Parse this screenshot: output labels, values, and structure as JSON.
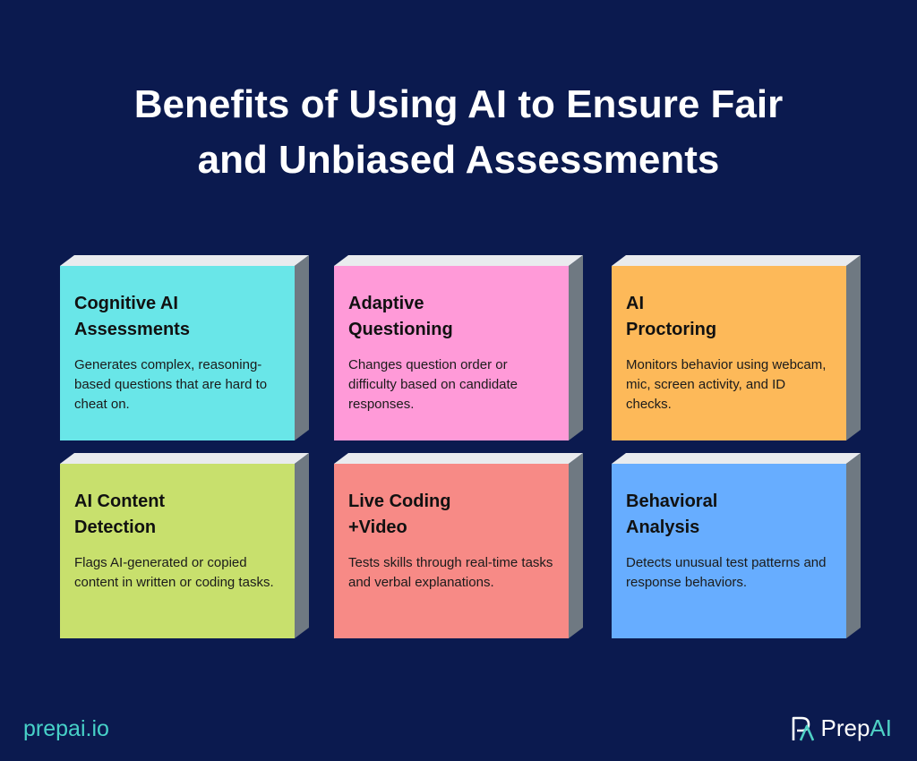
{
  "title": {
    "line1": "Benefits of Using AI to Ensure Fair",
    "line2": "and Unbiased Assessments"
  },
  "cards": [
    {
      "title_line1": "Cognitive AI",
      "title_line2": "Assessments",
      "text": "Generates complex, reasoning-based questions that are hard to cheat on.",
      "color": "#69e6e8"
    },
    {
      "title_line1": "Adaptive",
      "title_line2": "Questioning",
      "text": "Changes question order or difficulty based on candidate responses.",
      "color": "#ff9ad8"
    },
    {
      "title_line1": "AI",
      "title_line2": "Proctoring",
      "text": "Monitors behavior using webcam, mic, screen activity, and ID checks.",
      "color": "#fdb959"
    },
    {
      "title_line1": "AI Content",
      "title_line2": "Detection",
      "text": "Flags AI-generated or copied content in written or coding tasks.",
      "color": "#c8e06d"
    },
    {
      "title_line1": "Live Coding",
      "title_line2": "+Video",
      "text": "Tests skills through real-time tasks and verbal explanations.",
      "color": "#f78a86"
    },
    {
      "title_line1": "Behavioral",
      "title_line2": "Analysis",
      "text": "Detects unusual test patterns and response behaviors.",
      "color": "#67adff"
    }
  ],
  "footer": {
    "website": "prepai.io",
    "brand_prefix": "Prep",
    "brand_suffix": "AI",
    "brand_icon": "prepai-logo-icon"
  }
}
